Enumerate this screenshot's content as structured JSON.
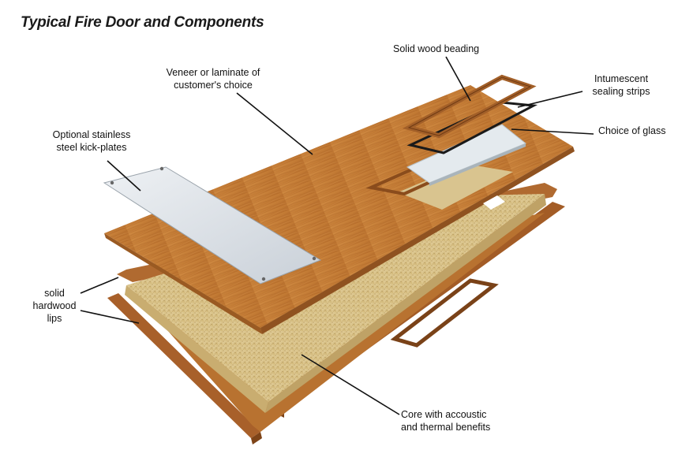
{
  "title": "Typical Fire Door and Components",
  "labels": {
    "veneer": "Veneer or laminate of\ncustomer's choice",
    "beading": "Solid wood beading",
    "intumescent": "Intumescent\nsealing strips",
    "glass": "Choice of glass",
    "kickplate": "Optional stainless\nsteel kick-plates",
    "lips": "solid\nhardwood\nlips",
    "core": "Core with accoustic\nand thermal benefits"
  },
  "colors": {
    "veneer_top": "#c27a34",
    "veneer_dark": "#9a5a22",
    "core": "#d8c08a",
    "core_speck": "#b89a5c",
    "lip": "#a8602a",
    "steel": "#dfe4ea",
    "glass": "#e8eef2",
    "leader": "#111111"
  }
}
